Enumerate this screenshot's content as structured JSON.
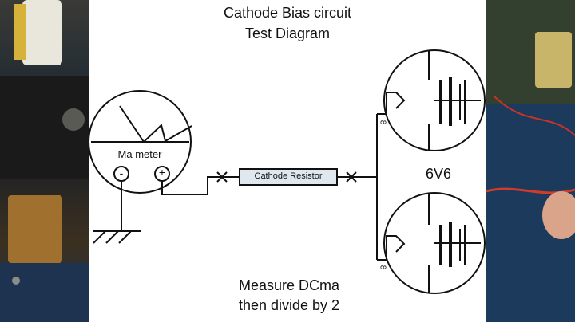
{
  "diagram": {
    "title_line1": "Cathode Bias circuit",
    "title_line2": "Test Diagram",
    "meter_label": "Ma meter",
    "meter_minus": "-",
    "meter_plus": "+",
    "resistor_label": "Cathode Resistor",
    "tube_label": "6V6",
    "pin_label": "8",
    "footer_line1": "Measure DCma",
    "footer_line2": "then divide by 2"
  },
  "colors": {
    "line": "#111111",
    "resistor_fill": "#dfe8ee",
    "background": "#ffffff"
  },
  "side_photos": {
    "left": "workbench-photo",
    "right": "workbench-photo"
  }
}
